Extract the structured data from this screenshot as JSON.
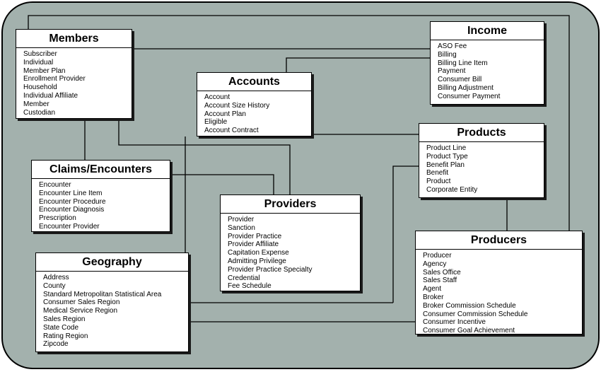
{
  "entities": {
    "members": {
      "title": "Members",
      "items": [
        "Subscriber",
        "Individual",
        "Member Plan",
        "Enrollment Provider",
        "Household",
        "Individual Affiliate",
        "Member",
        "Custodian"
      ]
    },
    "income": {
      "title": "Income",
      "items": [
        "ASO Fee",
        "Billing",
        "Billing Line Item",
        "Payment",
        "Consumer Bill",
        "Billing Adjustment",
        "Consumer Payment"
      ]
    },
    "accounts": {
      "title": "Accounts",
      "items": [
        "Account",
        "Account Size History",
        "Account Plan",
        "Eligible",
        "Account Contract"
      ]
    },
    "products": {
      "title": "Products",
      "items": [
        "Product Line",
        "Product Type",
        "Benefit Plan",
        "Benefit",
        "Product",
        "Corporate Entity"
      ]
    },
    "claims": {
      "title": "Claims/Encounters",
      "items": [
        "Encounter",
        "Encounter Line Item",
        "Encounter Procedure",
        "Encounter Diagnosis",
        "Prescription",
        "Encounter Provider"
      ]
    },
    "providers": {
      "title": "Providers",
      "items": [
        "Provider",
        "Sanction",
        "Provider Practice",
        "Provider Affiliate",
        "Capitation Expense",
        "Admitting Privilege",
        "Provider Practice Specialty",
        "Credential",
        "Fee Schedule"
      ]
    },
    "producers": {
      "title": "Producers",
      "items": [
        "Producer",
        "Agency",
        "Sales Office",
        "Sales Staff",
        "Agent",
        "Broker",
        "Broker Commission Schedule",
        "Consumer Commission Schedule",
        "Consumer Incentive",
        "Consumer Goal Achievement"
      ]
    },
    "geography": {
      "title": "Geography",
      "items": [
        "Address",
        "County",
        "Standard Metropolitan Statistical Area",
        "Consumer Sales Region",
        "Medical Service Region",
        "Sales Region",
        "State Code",
        "Rating Region",
        "Zipcode"
      ]
    }
  },
  "colors": {
    "panel_background": "#a3b1ad",
    "box_background": "#ffffff",
    "line_color": "#000000"
  }
}
